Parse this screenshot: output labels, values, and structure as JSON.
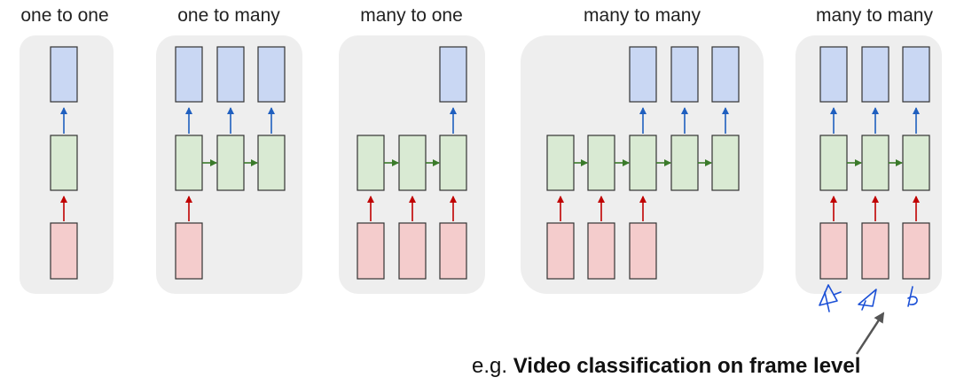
{
  "panels": [
    {
      "title": "one to one"
    },
    {
      "title": "one to many"
    },
    {
      "title": "many to one"
    },
    {
      "title": "many to many"
    },
    {
      "title": "many to many"
    }
  ],
  "caption": {
    "prefix": "e.g. ",
    "bold": "Video classification on frame level"
  },
  "colors": {
    "panel_bg": "#eeeeee",
    "output_fill": "#c9d7f3",
    "hidden_fill": "#d9ead3",
    "input_fill": "#f4cccc",
    "box_stroke": "#333333",
    "arrow_red": "#c00000",
    "arrow_blue": "#1f5fbf",
    "arrow_green": "#3a7a2a",
    "ink": "#1a4fd6",
    "pointer": "#555555"
  }
}
